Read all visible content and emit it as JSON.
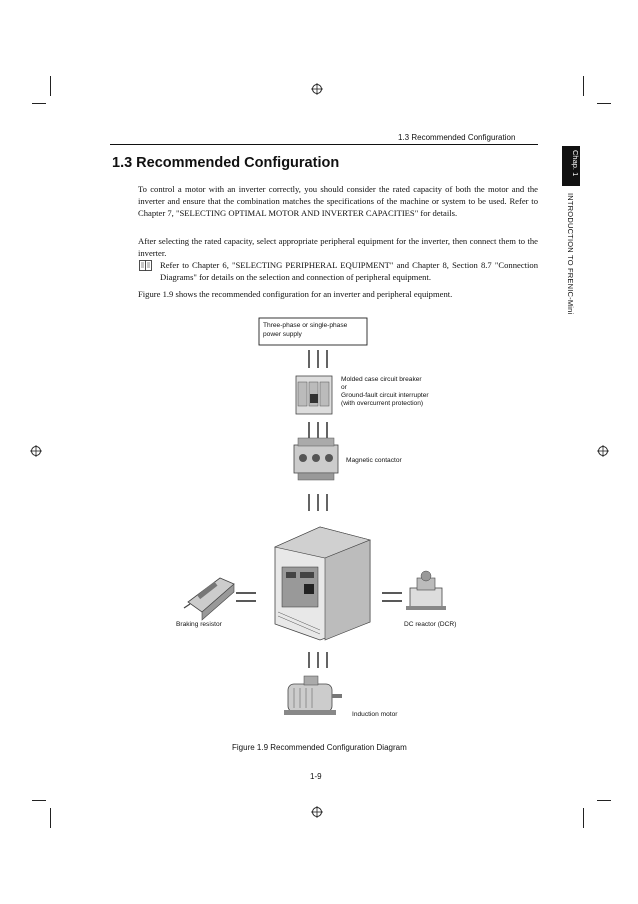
{
  "header": {
    "running_head": "1.3  Recommended Configuration"
  },
  "side_tab": {
    "chapter": "Chap. 1",
    "chapter_title": "INTRODUCTION TO FRENIC-Mini"
  },
  "section": {
    "title": "1.3  Recommended Configuration",
    "paragraphs": [
      "To control a motor with an inverter correctly, you should consider the rated capacity of both the motor and the inverter and ensure that the combination matches the specifications of the machine or system to be used. Refer to Chapter 7, \"SELECTING OPTIMAL MOTOR AND INVERTER CAPACITIES\" for details.",
      "After selecting the rated capacity, select appropriate peripheral equipment for the inverter, then connect them to the inverter."
    ],
    "reference_note": "Refer to Chapter 6, \"SELECTING PERIPHERAL EQUIPMENT\" and Chapter 8, Section 8.7 \"Connection Diagrams\" for details on the selection and connection of peripheral equipment.",
    "figure_intro": "Figure 1.9 shows the recommended configuration for an inverter and peripheral equipment."
  },
  "diagram": {
    "power_supply_line1": "Three-phase or single-phase",
    "power_supply_line2": "power supply",
    "mccb_line1": "Molded case circuit breaker",
    "mccb_line2": "or",
    "mccb_line3": "Ground-fault circuit interrupter",
    "mccb_line4": "(with overcurrent protection)",
    "magnetic_contactor": "Magnetic contactor",
    "braking_resistor": "Braking resistor",
    "dc_reactor": "DC reactor (DCR)",
    "induction_motor": "Induction motor"
  },
  "figure": {
    "caption": "Figure 1.9  Recommended Configuration Diagram"
  },
  "footer": {
    "page_number": "1-9"
  }
}
